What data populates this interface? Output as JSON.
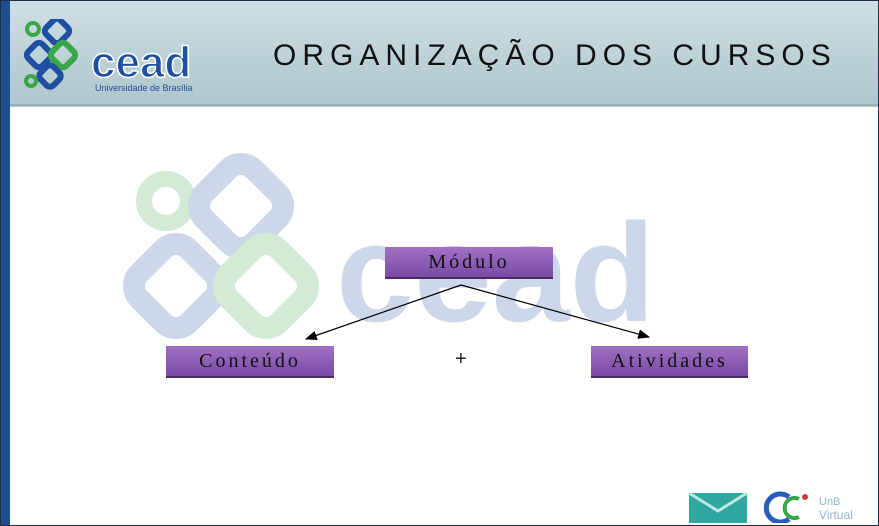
{
  "header": {
    "logo_text": "cead",
    "logo_subtitle": "Universidade de Brasília",
    "title": "ORGANIZAÇÃO DOS CURSOS"
  },
  "diagram": {
    "top": "Módulo",
    "left": "Conteúdo",
    "plus": "+",
    "right": "Atividades"
  },
  "footer": {
    "logo_text_1": "UnB",
    "logo_text_2": "Virtual"
  },
  "colors": {
    "box_fill": "#8a5bb4",
    "header_bg": "#c3d7dc",
    "left_bar": "#1f4f8a",
    "logo_blue": "#1e4fa0",
    "logo_green": "#3aa64a"
  }
}
